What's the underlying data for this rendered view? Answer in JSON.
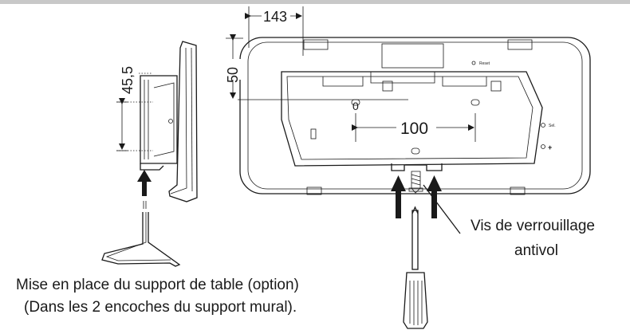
{
  "dimensions": {
    "width_top": "143",
    "height_top": "50",
    "height_side": "45,5",
    "spacing": "100",
    "zero_mark": "0"
  },
  "device_labels": {
    "reset": "Reset",
    "sel": "Sel.",
    "plus": "+"
  },
  "captions": {
    "lock_screw_line1": "Vis de verrouillage",
    "lock_screw_line2": "antivol",
    "stand_line1": "Mise en place du support de table (option)",
    "stand_line2": "(Dans les 2 encoches du support mural)."
  },
  "colors": {
    "line": "#1a1a1a",
    "top_bar": "#c8c8c8",
    "screwdriver_handle": "#ffffff"
  }
}
